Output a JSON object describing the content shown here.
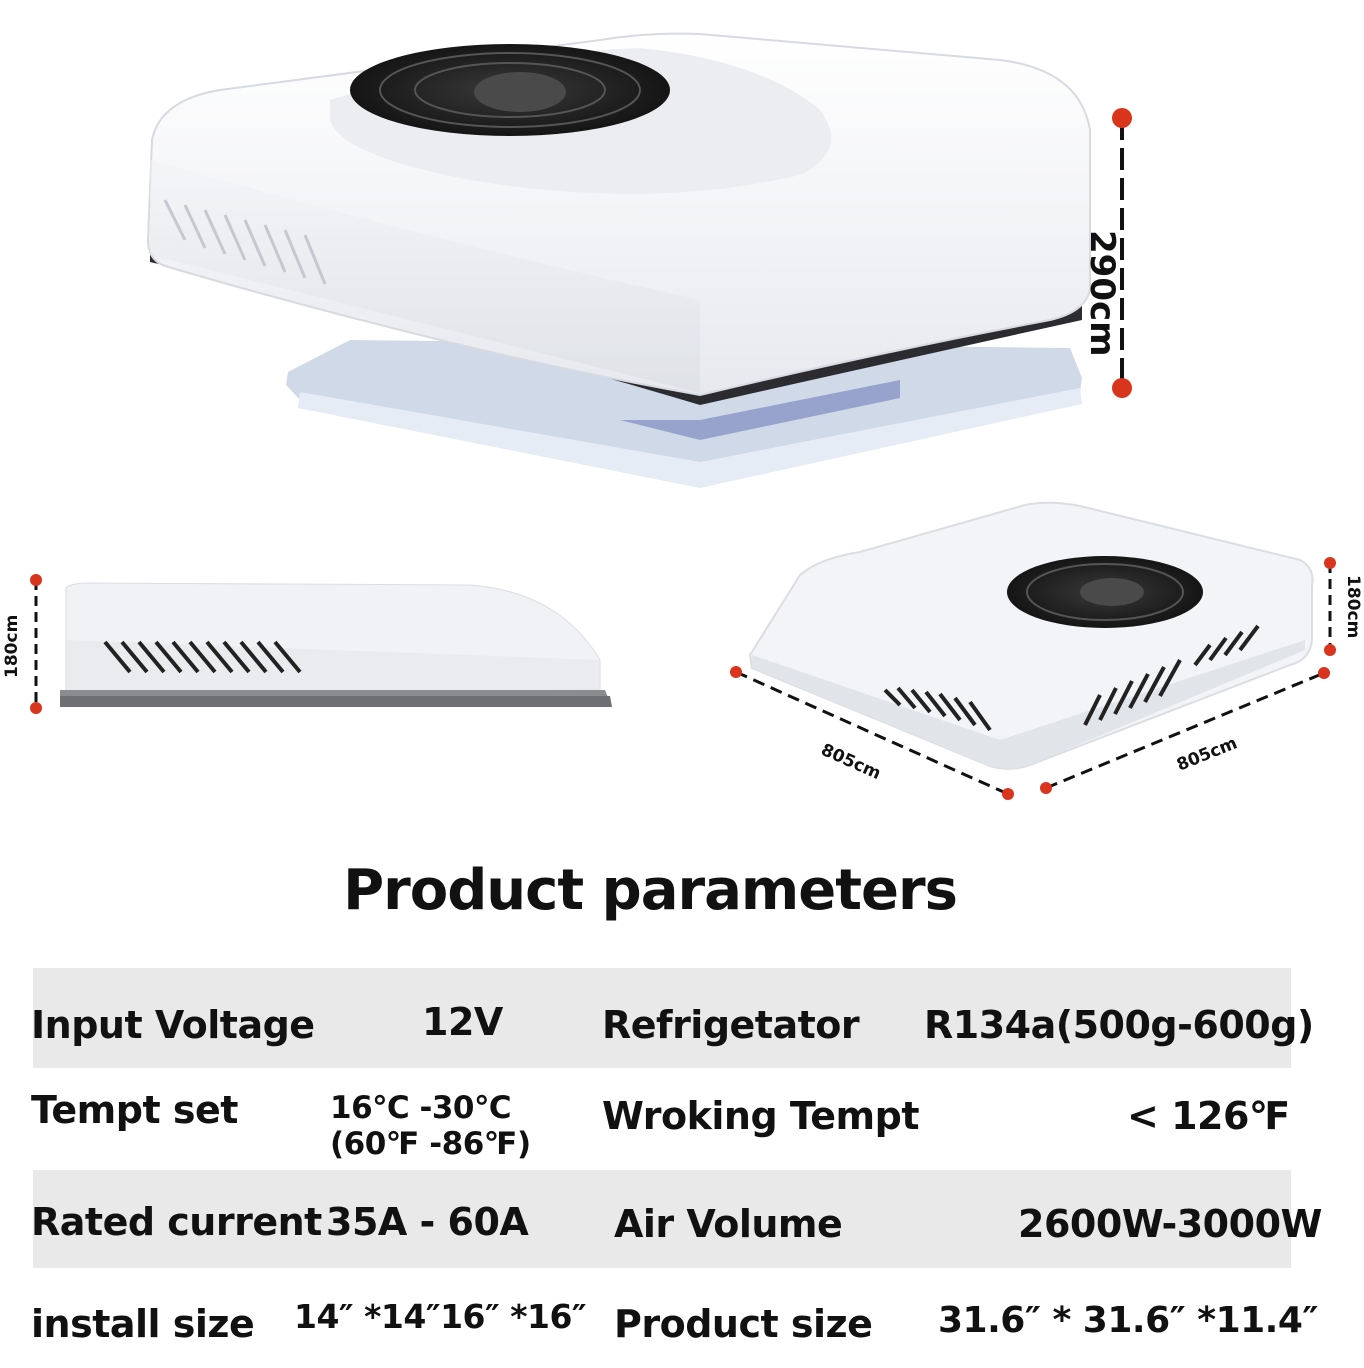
{
  "dimensions": {
    "height_main": "290cm",
    "height_side": "180cm",
    "height_right": "180cm",
    "width_left": "805cm",
    "width_right": "805cm"
  },
  "title": "Product parameters",
  "params": [
    {
      "label1": "Input Voltage",
      "value1": "12V",
      "label2": "Refrigetator",
      "value2": "R134a(500g-600g)"
    },
    {
      "label1": "Tempt set",
      "value1a": "16℃ -30℃",
      "value1b": "(60℉ -86℉)",
      "label2": "Wroking Tempt",
      "value2": "< 126℉"
    },
    {
      "label1": "Rated current",
      "value1": "35A - 60A",
      "label2": "Air Volume",
      "value2": "2600W-3000W"
    },
    {
      "label1": "install size",
      "value1": "14″ *14″16″ *16″",
      "label2": "Product size",
      "value2": "31.6″ * 31.6″ *11.4″"
    }
  ],
  "colors": {
    "dot": "#d9341c",
    "row_shade": "#e9e9e9",
    "unit_body": "#f4f5f7",
    "base_blue": "#dde6f3"
  }
}
